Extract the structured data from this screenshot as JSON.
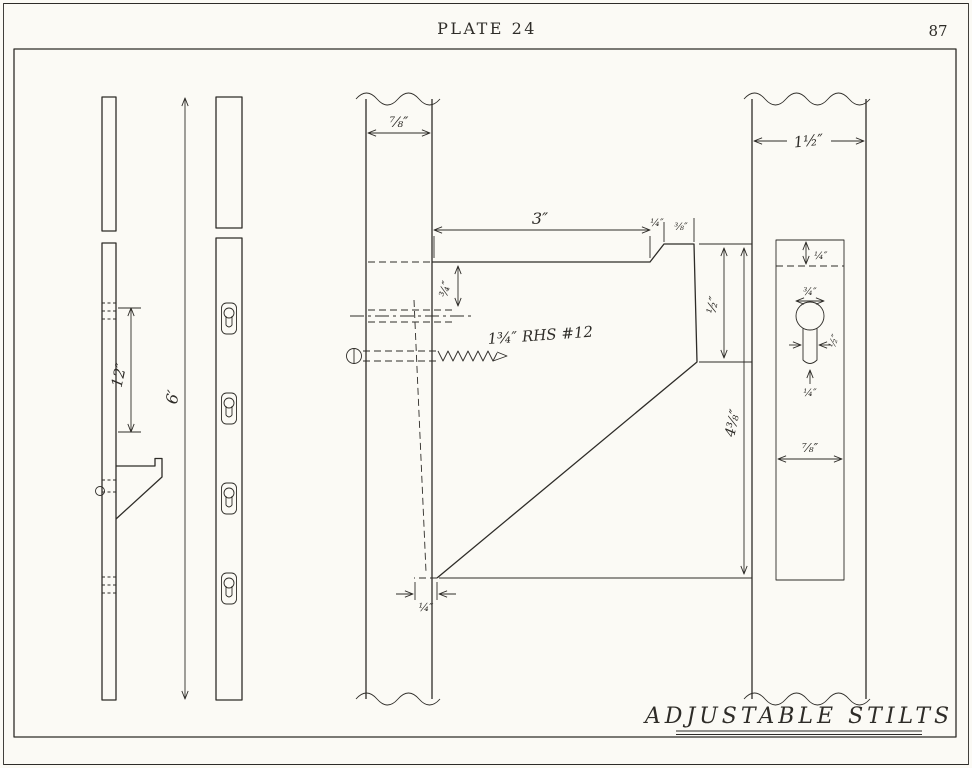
{
  "page": {
    "plate_label": "PLATE 24",
    "page_number": "87",
    "title": "ADJUSTABLE STILTS"
  },
  "drawing": {
    "left_view": {
      "length_section": "12″",
      "length_overall": "6′"
    },
    "bracket_view": {
      "board_width": "⅞″",
      "shelf_length": "3″",
      "lip_rise": "¼″",
      "lip_width": "⅜″",
      "shelf_thickness": "¾″",
      "end_height": "½″",
      "overall_height": "4⅜″",
      "tip_width": "¼″",
      "screw_note": "1¾″ RHS #12"
    },
    "face_view": {
      "board_width": "1½″",
      "edge_inset": "¼″",
      "hole_diameter": "¾″",
      "slot_width": "½″",
      "slot_inset": "¼″",
      "recess_width": "⅞″"
    }
  }
}
